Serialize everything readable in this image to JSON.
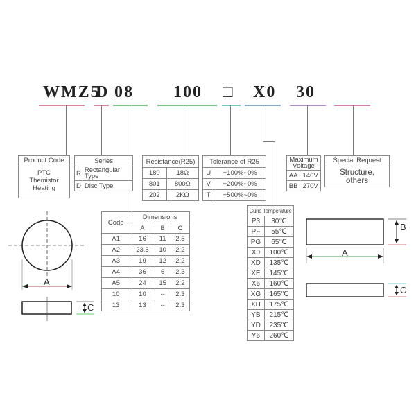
{
  "part_number": {
    "segments": [
      {
        "id": "product-code",
        "text": "WMZ5",
        "color": "#d48a9a"
      },
      {
        "id": "series",
        "text": "D",
        "color": "#d48a9a"
      },
      {
        "id": "dimensions",
        "text": "08",
        "color": "#7cc48a"
      },
      {
        "id": "resistance",
        "text": "100",
        "color": "#7cc48a"
      },
      {
        "id": "tolerance",
        "text": "□",
        "color": "#7cc4c0"
      },
      {
        "id": "curie-temperature",
        "text": "X0",
        "color": "#88a8cc"
      },
      {
        "id": "max-voltage",
        "text": "30",
        "color": "#a890c8"
      },
      {
        "id": "special-request",
        "text": "",
        "color": "#d080a8"
      }
    ]
  },
  "product_code": {
    "header": "Product Code",
    "lines": [
      "PTC",
      "Themistor",
      "Heating"
    ]
  },
  "series": {
    "header": "Series",
    "rows": [
      {
        "code": "R",
        "desc": "Rectangular Type"
      },
      {
        "code": "D",
        "desc": "Disc Type"
      }
    ]
  },
  "resistance": {
    "header": "Resistance(R25)",
    "rows": [
      {
        "code": "180",
        "value": "18Ω"
      },
      {
        "code": "801",
        "value": "800Ω"
      },
      {
        "code": "202",
        "value": "2KΩ"
      }
    ]
  },
  "tolerance": {
    "header": "Tolerance of R25",
    "rows": [
      {
        "code": "U",
        "value": "+100%~0%"
      },
      {
        "code": "V",
        "value": "+200%~0%"
      },
      {
        "code": "T",
        "value": "+500%~0%"
      }
    ]
  },
  "max_voltage": {
    "header": "Maximum Voltage",
    "rows": [
      {
        "code": "AA",
        "value": "140V"
      },
      {
        "code": "BB",
        "value": "270V"
      }
    ]
  },
  "special_request": {
    "header": "Special Request",
    "body": "Structure, others"
  },
  "dimensions": {
    "header_code": "Code",
    "header_group": "Dimensions",
    "cols": [
      "A",
      "B",
      "C"
    ],
    "rows": [
      {
        "code": "A1",
        "a": "16",
        "b": "11",
        "c": "2.5"
      },
      {
        "code": "A2",
        "a": "23.5",
        "b": "10",
        "c": "2.2"
      },
      {
        "code": "A3",
        "a": "19",
        "b": "12",
        "c": "2.2"
      },
      {
        "code": "A4",
        "a": "36",
        "b": "6",
        "c": "2.3"
      },
      {
        "code": "A5",
        "a": "24",
        "b": "15",
        "c": "2.2"
      },
      {
        "code": "10",
        "a": "10",
        "b": "--",
        "c": "2.3"
      },
      {
        "code": "13",
        "a": "13",
        "b": "--",
        "c": "2.3"
      }
    ]
  },
  "curie": {
    "header": "Curie Temperature",
    "rows": [
      {
        "code": "P3",
        "temp": "30℃"
      },
      {
        "code": "PF",
        "temp": "55℃"
      },
      {
        "code": "PG",
        "temp": "65℃"
      },
      {
        "code": "X0",
        "temp": "100℃"
      },
      {
        "code": "XD",
        "temp": "135℃"
      },
      {
        "code": "XE",
        "temp": "145℃"
      },
      {
        "code": "X6",
        "temp": "160℃"
      },
      {
        "code": "XG",
        "temp": "165℃"
      },
      {
        "code": "XH",
        "temp": "175℃"
      },
      {
        "code": "YB",
        "temp": "215℃"
      },
      {
        "code": "YD",
        "temp": "235℃"
      },
      {
        "code": "Y6",
        "temp": "260℃"
      }
    ]
  },
  "drawings": {
    "disc": {
      "dim_a": "A",
      "dim_c": "C"
    },
    "rect": {
      "dim_a": "A",
      "dim_b": "B",
      "dim_c": "C"
    }
  }
}
